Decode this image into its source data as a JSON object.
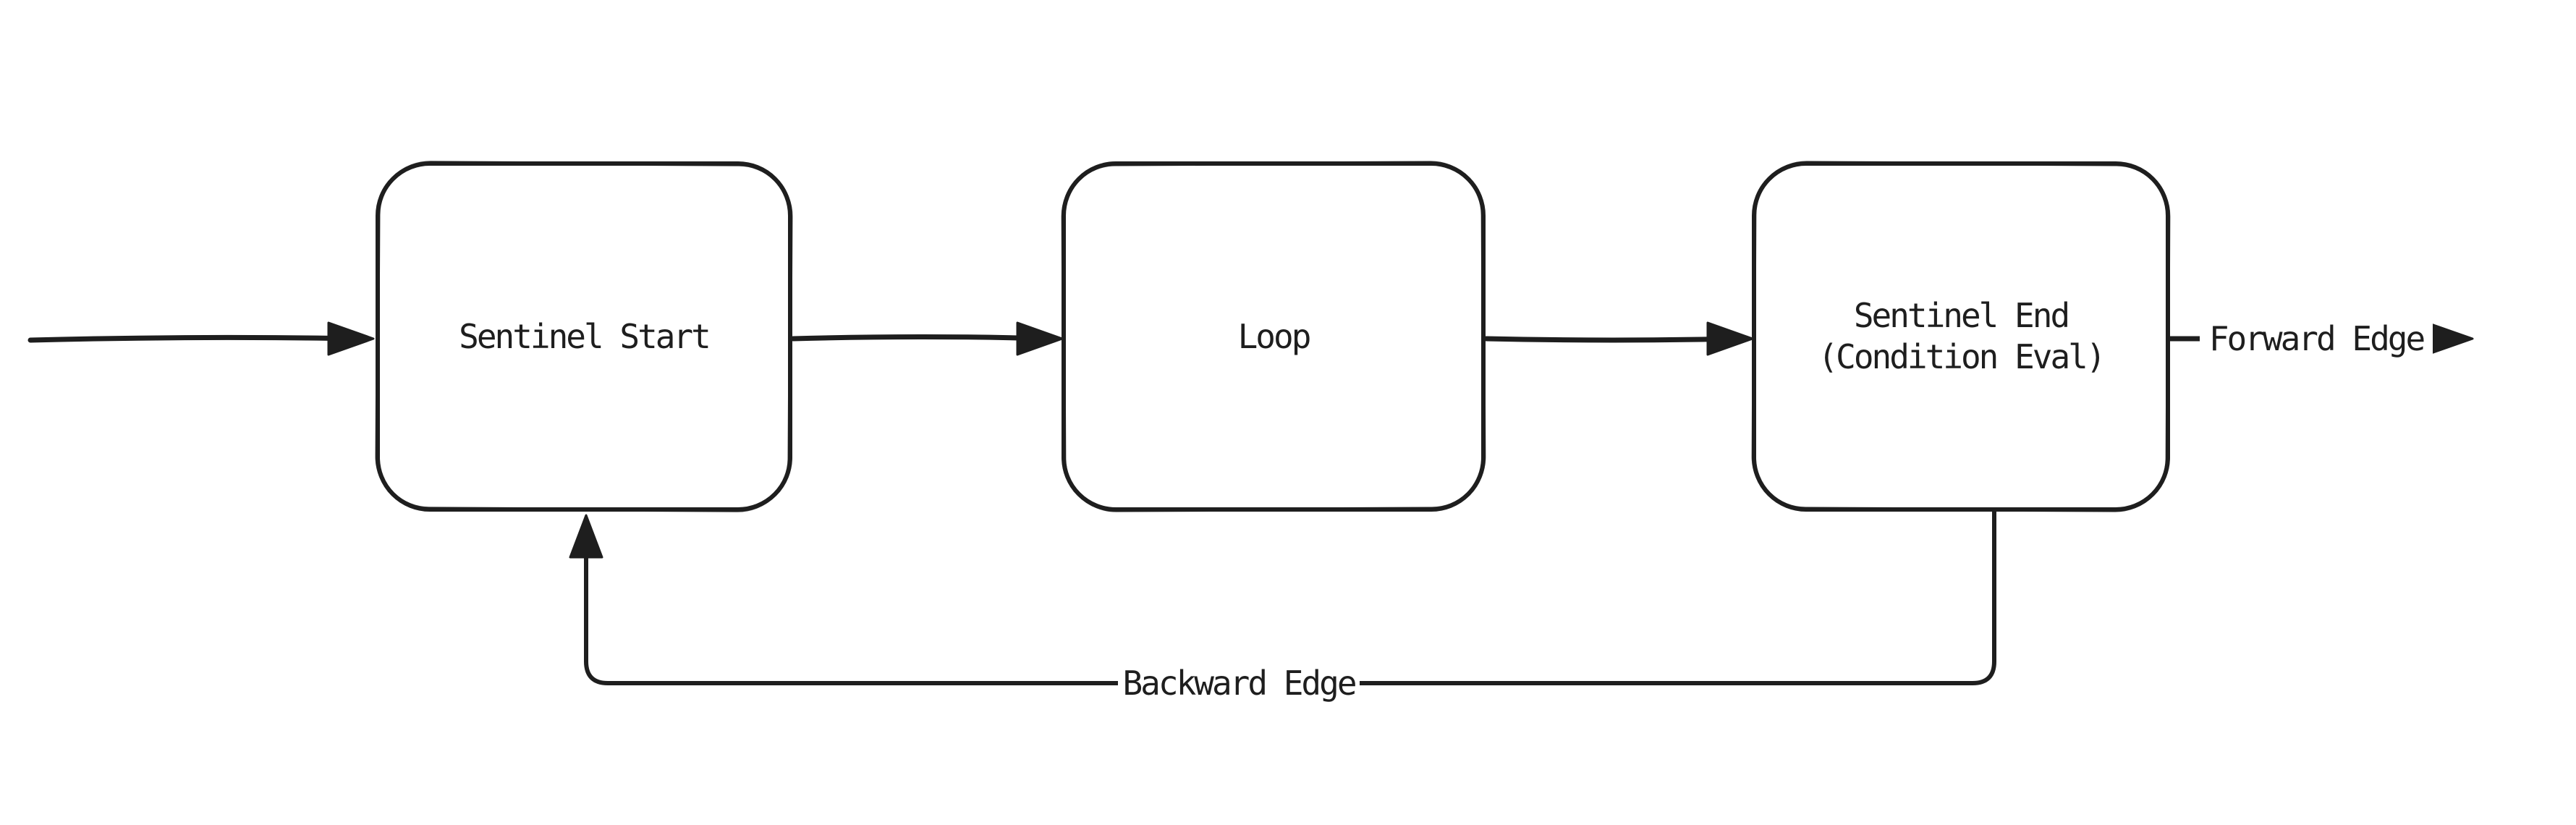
{
  "diagram": {
    "background": "#ffffff",
    "stroke": "#1e1e1e",
    "nodes": [
      {
        "id": "sentinel-start",
        "label": "Sentinel Start"
      },
      {
        "id": "loop",
        "label": "Loop"
      },
      {
        "id": "sentinel-end",
        "label": "Sentinel End\n(Condition Eval)"
      }
    ],
    "edges": [
      {
        "id": "entry-arrow",
        "label": ""
      },
      {
        "id": "sentinel-start-to-loop",
        "label": ""
      },
      {
        "id": "loop-to-sentinel-end",
        "label": ""
      },
      {
        "id": "forward-edge",
        "label": "Forward Edge"
      },
      {
        "id": "backward-edge",
        "label": "Backward Edge"
      }
    ]
  }
}
